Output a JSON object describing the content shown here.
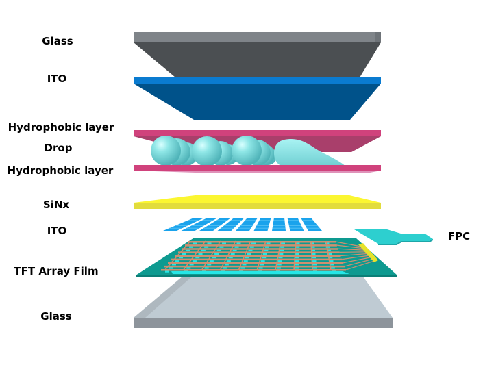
{
  "diagram": {
    "title": "Exploded view of digital microfluidic display stack",
    "layers": [
      {
        "id": "glass-top",
        "label": "Glass",
        "color_top": "#7f8489",
        "color_face": "#4b4f52"
      },
      {
        "id": "ito-top",
        "label": "ITO",
        "color_top": "#0a7bd0",
        "color_face": "#00528a"
      },
      {
        "id": "hydrophobic-top",
        "label": "Hydrophobic layer",
        "color_top": "#d0427c",
        "color_face": "#a93f6b"
      },
      {
        "id": "drop",
        "label": "Drop",
        "color": "#8ee6e6"
      },
      {
        "id": "hydrophobic-bottom",
        "label": "Hydrophobic layer",
        "color_top": "#d0427c",
        "color_face": "#b73a6f"
      },
      {
        "id": "sinx",
        "label": "SiNx",
        "color_top": "#f7f32c",
        "color_face": "#e2dc3c"
      },
      {
        "id": "ito-bottom",
        "label": "ITO",
        "color": "#1aa3ec"
      },
      {
        "id": "tft-array",
        "label": "TFT Array Film",
        "color_base": "#0e9a90",
        "color_line": "#d08f6f",
        "color_pad": "#26e6e6"
      },
      {
        "id": "glass-bottom",
        "label": "Glass",
        "color_top": "#bfcbd3",
        "color_face": "#8d949b"
      }
    ],
    "side_labels": [
      {
        "id": "fpc",
        "label": "FPC",
        "color": "#2dcfcf"
      }
    ]
  }
}
